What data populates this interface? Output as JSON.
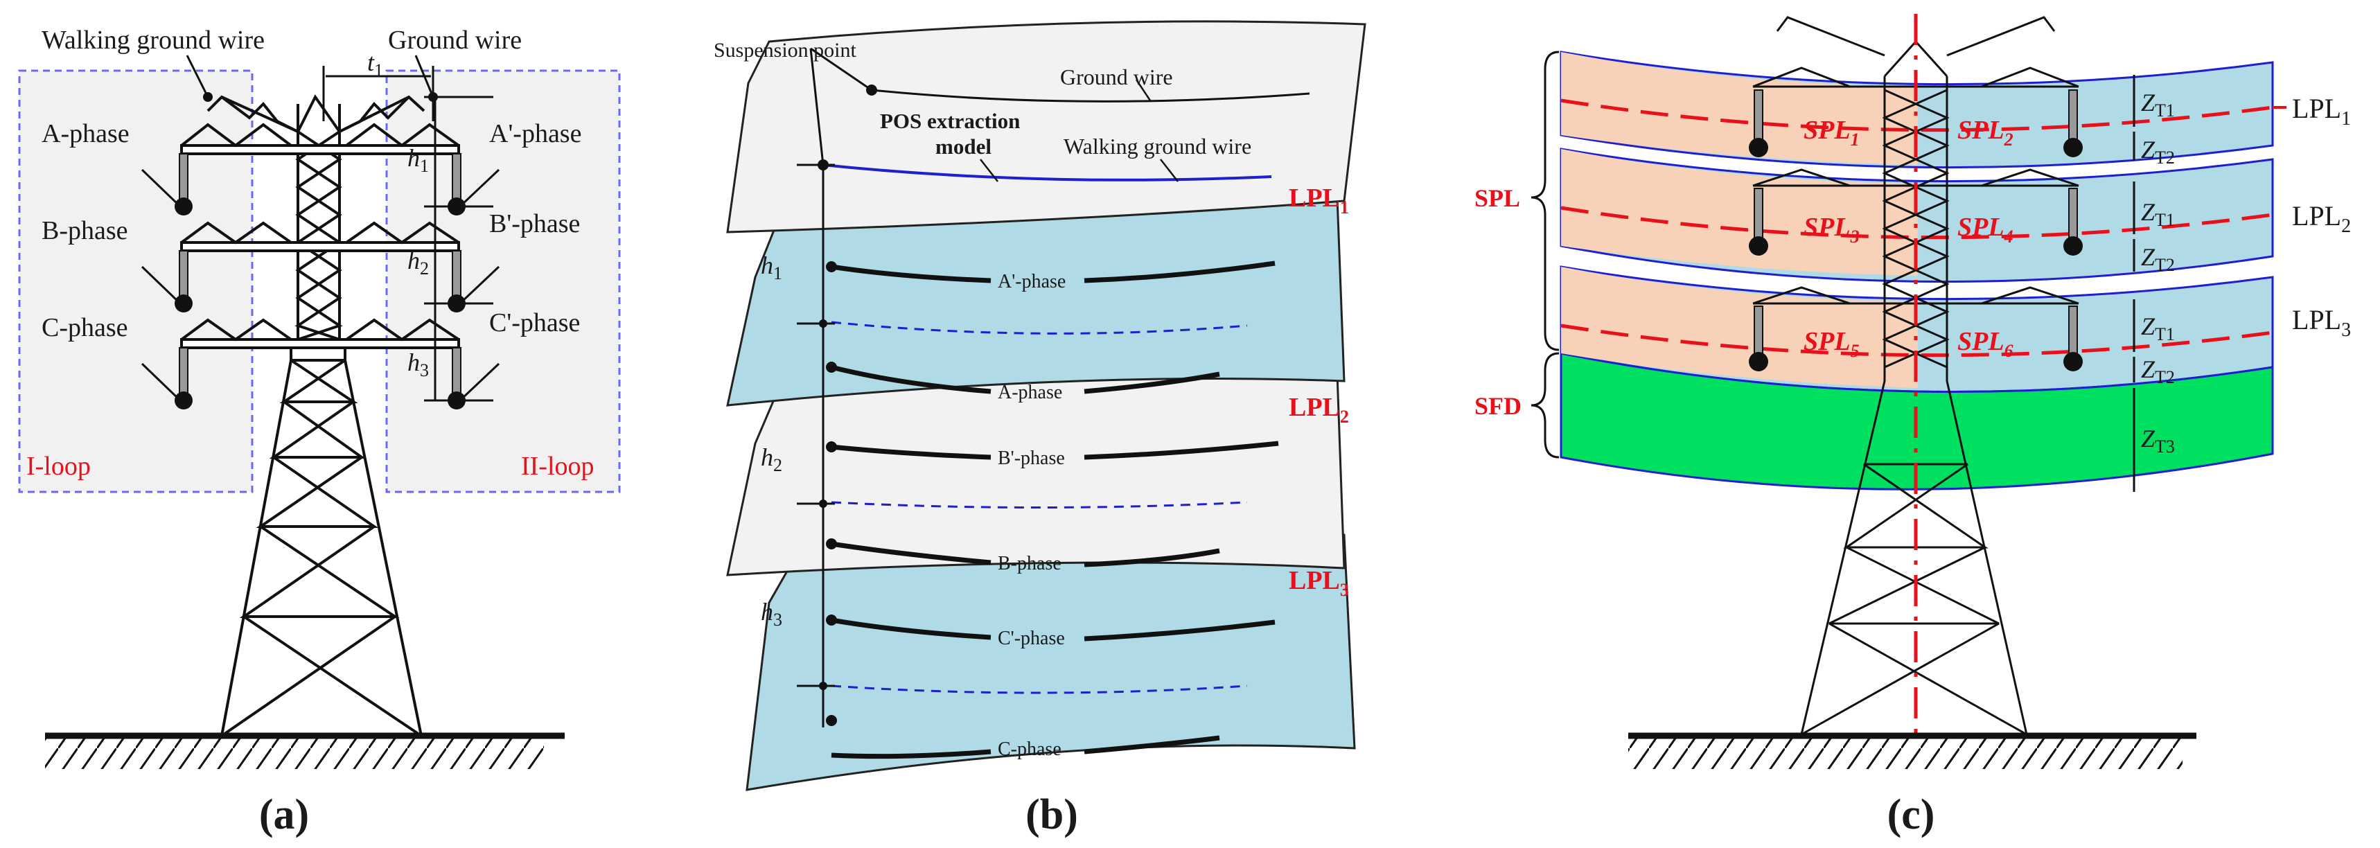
{
  "panel_a": {
    "walking_ground_wire": "Walking ground wire",
    "ground_wire": "Ground wire",
    "t1": "t",
    "t1_sub": "1",
    "a_phase": "A-phase",
    "b_phase": "B-phase",
    "c_phase": "C-phase",
    "a2_phase": "A'-phase",
    "b2_phase": "B'-phase",
    "c2_phase": "C'-phase",
    "h": "h",
    "h1_sub": "1",
    "h2_sub": "2",
    "h3_sub": "3",
    "loop1": "I-loop",
    "loop2": "II-loop",
    "caption": "(a)"
  },
  "panel_b": {
    "suspension_point": "Suspension point",
    "ground_wire": "Ground wire",
    "pos_model_line1": "POS extraction",
    "pos_model_line2": "model",
    "walking_ground_wire": "Walking ground wire",
    "a2_phase": "A'-phase",
    "a_phase": "A-phase",
    "b2_phase": "B'-phase",
    "b_phase": "B-phase",
    "c2_phase": "C'-phase",
    "c_phase": "C-phase",
    "h": "h",
    "h1_sub": "1",
    "h2_sub": "2",
    "h3_sub": "3",
    "lpl": "LPL",
    "lpl1_sub": "1",
    "lpl2_sub": "2",
    "lpl3_sub": "3",
    "caption": "(b)"
  },
  "panel_c": {
    "spl_brace": "SPL",
    "sfd_brace": "SFD",
    "spl": "SPL",
    "spl1_sub": "1",
    "spl2_sub": "2",
    "spl3_sub": "3",
    "spl4_sub": "4",
    "spl5_sub": "5",
    "spl6_sub": "6",
    "z": "Z",
    "zt1_sub": "T1",
    "zt2_sub": "T2",
    "zt3_sub": "T3",
    "lpl": "LPL",
    "lpl1_sub": "1",
    "lpl2_sub": "2",
    "lpl3_sub": "3",
    "caption": "(c)"
  },
  "colors": {
    "loop_fill": "#f1f1f1",
    "loop_border": "#6a6af0",
    "layer_blue": "#b0dae6",
    "layer_gray": "#f2f2f2",
    "spl_orange": "#f8d2b8",
    "sfd_green": "#00e060",
    "red": "#e8101a",
    "wire_blue": "#1f1fd0"
  }
}
